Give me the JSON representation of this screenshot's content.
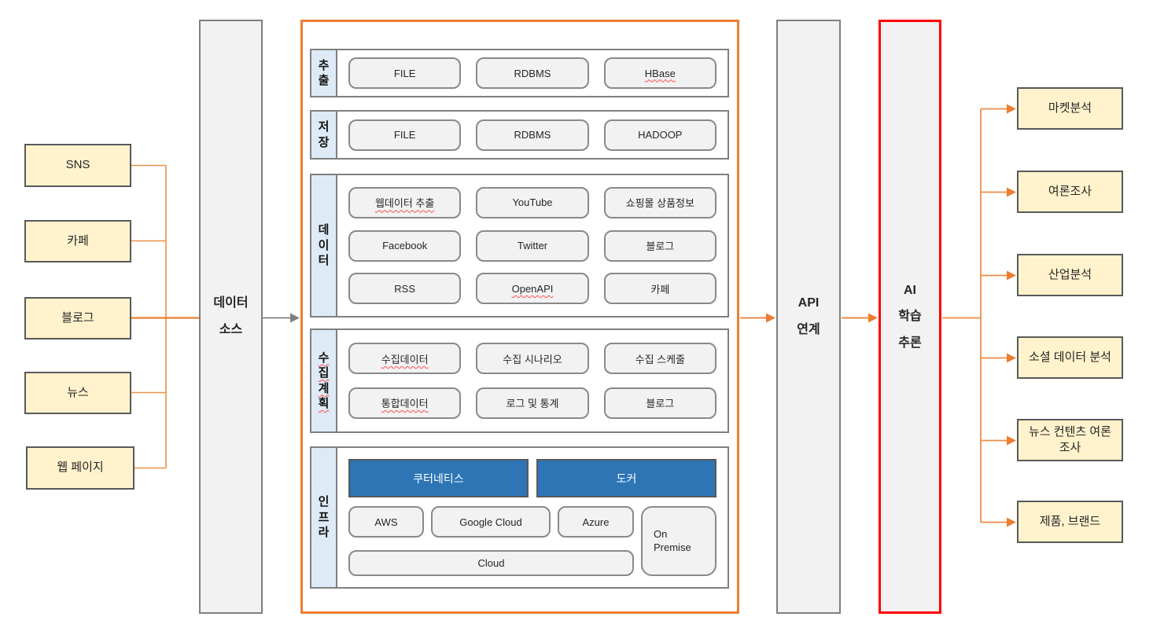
{
  "colors": {
    "accent_orange": "#ED7D31",
    "accent_red": "#FF0000",
    "source_box_yellow": "#FFF2CC",
    "panel_gray": "#F2F2F2",
    "platform_blue": "#2E75B6",
    "label_strip_blue": "#DEEBF7",
    "line_gray": "#7F7F7F"
  },
  "left_sources": {
    "items": [
      {
        "label": "SNS"
      },
      {
        "label": "카페"
      },
      {
        "label": "블로그"
      },
      {
        "label": "뉴스"
      },
      {
        "label": "웹 페이지"
      }
    ]
  },
  "data_source_panel": {
    "line1": "데이터",
    "line2": "소스"
  },
  "pipeline": {
    "sections": [
      {
        "label": "추출",
        "rows": [
          [
            "FILE",
            "RDBMS",
            "HBase"
          ]
        ]
      },
      {
        "label": "저장",
        "rows": [
          [
            "FILE",
            "RDBMS",
            "HADOOP"
          ]
        ]
      },
      {
        "label": "데이터",
        "rows": [
          [
            "웹데이터 추출",
            "YouTube",
            "쇼핑몰 상품정보"
          ],
          [
            "Facebook",
            "Twitter",
            "블로그"
          ],
          [
            "RSS",
            "OpenAPI",
            "카페"
          ]
        ]
      },
      {
        "label": "수집계획",
        "rows": [
          [
            "수집데이터",
            "수집 시나리오",
            "수집 스케줄"
          ],
          [
            "통합데이터",
            "로그 및 통계",
            "블로그"
          ]
        ]
      },
      {
        "label": "인프라",
        "platforms": [
          "쿠터네티스",
          "도커"
        ],
        "vendors": [
          "AWS",
          "Google Cloud",
          "Azure"
        ],
        "cloud": "Cloud",
        "on_premise": "On Premise"
      }
    ]
  },
  "api_panel": {
    "line1": "API",
    "line2": "연계"
  },
  "ai_panel": {
    "line1": "AI",
    "line2": "학습",
    "line3": "추론"
  },
  "outputs": {
    "items": [
      {
        "label": "마켓분석"
      },
      {
        "label": "여론조사"
      },
      {
        "label": "산업분석"
      },
      {
        "label": "소셜 데이터 분석"
      },
      {
        "label": "뉴스 컨텐츠 여론조사"
      },
      {
        "label": "제품, 브랜드"
      }
    ]
  }
}
